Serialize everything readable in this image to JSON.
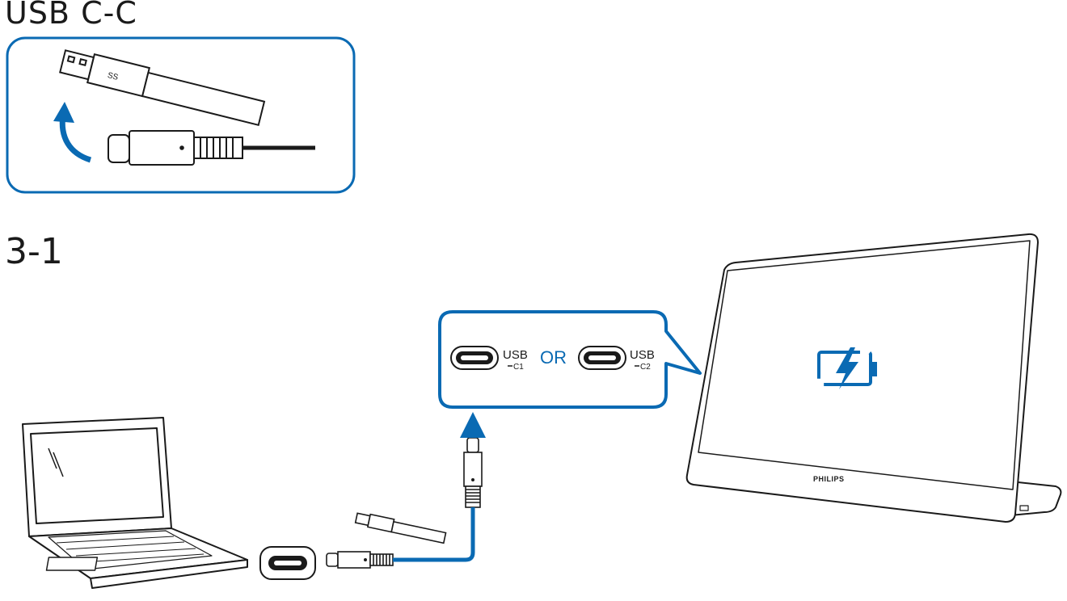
{
  "titles": {
    "cable_section": "USB C-C",
    "step": "3-1"
  },
  "callout": {
    "port1_label": "USB",
    "port1_sub": "C1",
    "separator": "OR",
    "port2_label": "USB",
    "port2_sub": "C2"
  },
  "monitor": {
    "brand": "PHILIPS",
    "screen_icon": "battery-charging-icon"
  },
  "icons": {
    "cable_adapter": "usb-a-to-c-adapter-icon",
    "direction": "curved-arrow-icon",
    "laptop": "laptop-icon",
    "laptop_port": "usb-c-port-icon"
  },
  "colors": {
    "accent_blue": "#0a6ab3",
    "line": "#1a1a1a"
  }
}
